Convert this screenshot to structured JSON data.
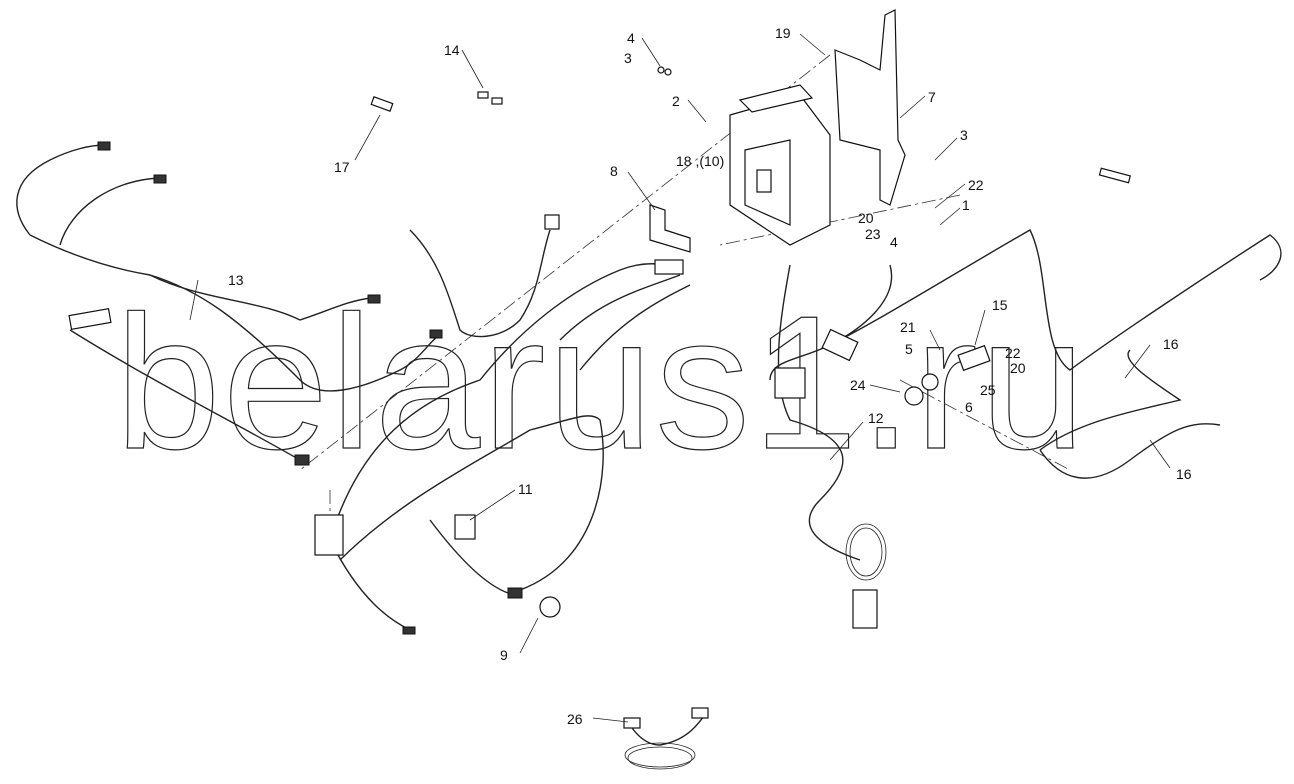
{
  "diagram": {
    "watermark": "belarus1.ru",
    "callouts": {
      "c14": "14",
      "c4a": "4",
      "c3a": "3",
      "c19": "19",
      "c2": "2",
      "c17": "17",
      "c18": "18 ,(10)",
      "c8": "8",
      "c7": "7",
      "c3b": "3",
      "c22a": "22",
      "c20a": "20",
      "c23": "23",
      "c1": "1",
      "c4b": "4",
      "c13": "13",
      "c15": "15",
      "c21": "21",
      "c5": "5",
      "c22b": "22",
      "c20b": "20",
      "c24": "24",
      "c25": "25",
      "c6": "6",
      "c12": "12",
      "c16a": "16",
      "c16b": "16",
      "c11": "11",
      "c9": "9",
      "c26": "26"
    }
  }
}
